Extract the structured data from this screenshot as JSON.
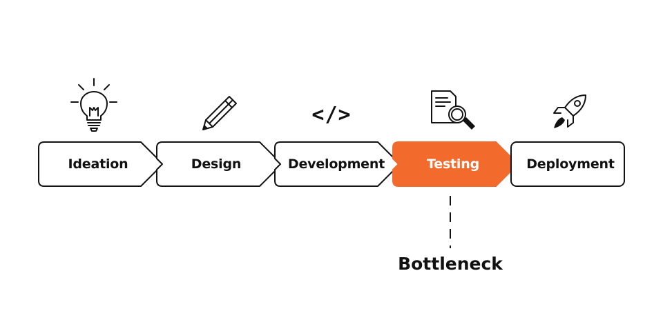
{
  "diagram": {
    "stages": [
      {
        "label": "Ideation",
        "icon": "lightbulb-icon"
      },
      {
        "label": "Design",
        "icon": "pencil-icon"
      },
      {
        "label": "Development",
        "icon": "code-icon",
        "glyph": "</>"
      },
      {
        "label": "Testing",
        "icon": "document-search-icon",
        "highlighted": true
      },
      {
        "label": "Deployment",
        "icon": "rocket-icon"
      }
    ],
    "callout": {
      "label": "Bottleneck",
      "target_stage": "Testing"
    },
    "colors": {
      "highlight": "#F26B2D",
      "stroke": "#111111",
      "background": "#FFFFFF"
    }
  }
}
